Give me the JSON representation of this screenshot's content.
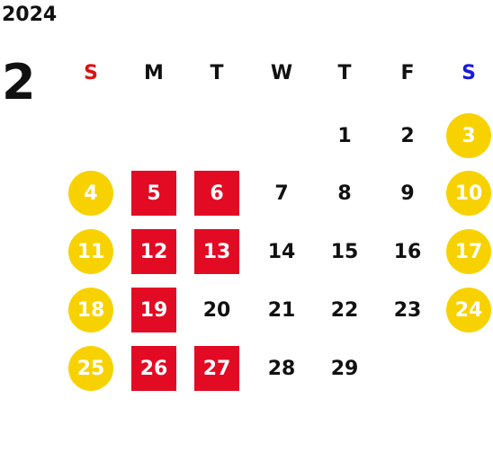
{
  "header": {
    "year": "2024",
    "month": "2"
  },
  "colors": {
    "weekend": "#f7d200",
    "holiday": "#e30a24",
    "sunday_label": "#e01010",
    "saturday_label": "#1a1adc",
    "text": "#111111"
  },
  "weekdays": [
    {
      "label": "S",
      "kind": "sun"
    },
    {
      "label": "M",
      "kind": ""
    },
    {
      "label": "T",
      "kind": ""
    },
    {
      "label": "W",
      "kind": ""
    },
    {
      "label": "T",
      "kind": ""
    },
    {
      "label": "F",
      "kind": ""
    },
    {
      "label": "S",
      "kind": "sat"
    }
  ],
  "weeks": [
    [
      null,
      null,
      null,
      null,
      {
        "d": "1"
      },
      {
        "d": "2"
      },
      {
        "d": "3",
        "m": "circle"
      }
    ],
    [
      {
        "d": "4",
        "m": "circle"
      },
      {
        "d": "5",
        "m": "square"
      },
      {
        "d": "6",
        "m": "square"
      },
      {
        "d": "7"
      },
      {
        "d": "8"
      },
      {
        "d": "9"
      },
      {
        "d": "10",
        "m": "circle"
      }
    ],
    [
      {
        "d": "11",
        "m": "circle"
      },
      {
        "d": "12",
        "m": "square"
      },
      {
        "d": "13",
        "m": "square"
      },
      {
        "d": "14"
      },
      {
        "d": "15"
      },
      {
        "d": "16"
      },
      {
        "d": "17",
        "m": "circle"
      }
    ],
    [
      {
        "d": "18",
        "m": "circle"
      },
      {
        "d": "19",
        "m": "square"
      },
      {
        "d": "20"
      },
      {
        "d": "21"
      },
      {
        "d": "22"
      },
      {
        "d": "23"
      },
      {
        "d": "24",
        "m": "circle"
      }
    ],
    [
      {
        "d": "25",
        "m": "circle"
      },
      {
        "d": "26",
        "m": "square"
      },
      {
        "d": "27",
        "m": "square"
      },
      {
        "d": "28"
      },
      {
        "d": "29"
      },
      null,
      null
    ]
  ]
}
